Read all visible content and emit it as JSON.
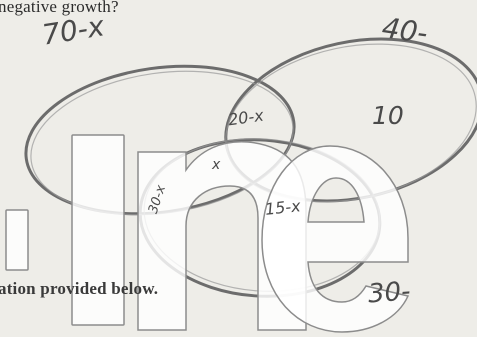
{
  "document": {
    "question_fragment": "negative growth?",
    "info_fragment": "ation provided below."
  },
  "handwriting": {
    "top_left": "70-x",
    "top_right": "40-",
    "bottom_right": "30-",
    "right_region": "10",
    "center_top": "20-x",
    "middle": "x",
    "left_lower": "30-x",
    "right_lower": "15-x"
  },
  "watermark": {
    "text": "ine",
    "color": "#ffffff"
  }
}
